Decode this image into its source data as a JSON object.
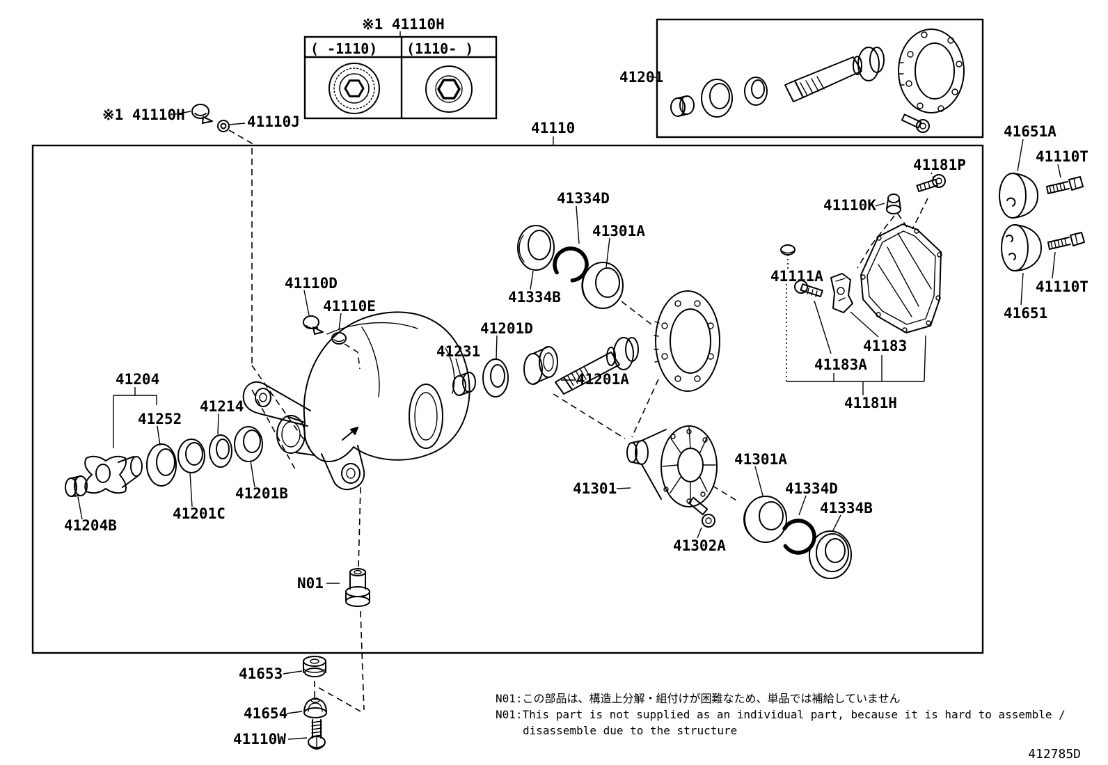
{
  "diagram": {
    "code": "412785D",
    "main_box_label": "41110",
    "gear_kit_box_label": "41201"
  },
  "table": {
    "label": "※1 41110H",
    "col_left": "(  -1110)",
    "col_right": "(1110-   )"
  },
  "labels": [
    {
      "text": "※1 41110H"
    },
    {
      "text": "(  -1110)"
    },
    {
      "text": "(1110-   )"
    },
    {
      "text": "※1 41110H"
    },
    {
      "text": "41110J"
    },
    {
      "text": "41110"
    },
    {
      "text": "41201"
    },
    {
      "text": "41651A"
    },
    {
      "text": "41110T"
    },
    {
      "text": "41110T"
    },
    {
      "text": "41651"
    },
    {
      "text": "41181P"
    },
    {
      "text": "41110K"
    },
    {
      "text": "41111A"
    },
    {
      "text": "41183"
    },
    {
      "text": "41183A"
    },
    {
      "text": "41181H"
    },
    {
      "text": "41334D"
    },
    {
      "text": "41301A"
    },
    {
      "text": "41334B"
    },
    {
      "text": "41201D"
    },
    {
      "text": "41231"
    },
    {
      "text": "41201A"
    },
    {
      "text": "41110D"
    },
    {
      "text": "41110E"
    },
    {
      "text": "41204"
    },
    {
      "text": "41252"
    },
    {
      "text": "41214"
    },
    {
      "text": "41201B"
    },
    {
      "text": "41201C"
    },
    {
      "text": "41204B"
    },
    {
      "text": "41301"
    },
    {
      "text": "41302A"
    },
    {
      "text": "41301A"
    },
    {
      "text": "41334D"
    },
    {
      "text": "41334B"
    },
    {
      "text": "N01"
    },
    {
      "text": "41653"
    },
    {
      "text": "41654"
    },
    {
      "text": "41110W"
    }
  ],
  "notes": {
    "jp": "N01:この部品は、構造上分解・組付けが困難なため、単品では補給していません",
    "en1": "N01:This part is not supplied as an individual part, because it is hard to assemble /",
    "en2": "disassemble due to the structure"
  }
}
